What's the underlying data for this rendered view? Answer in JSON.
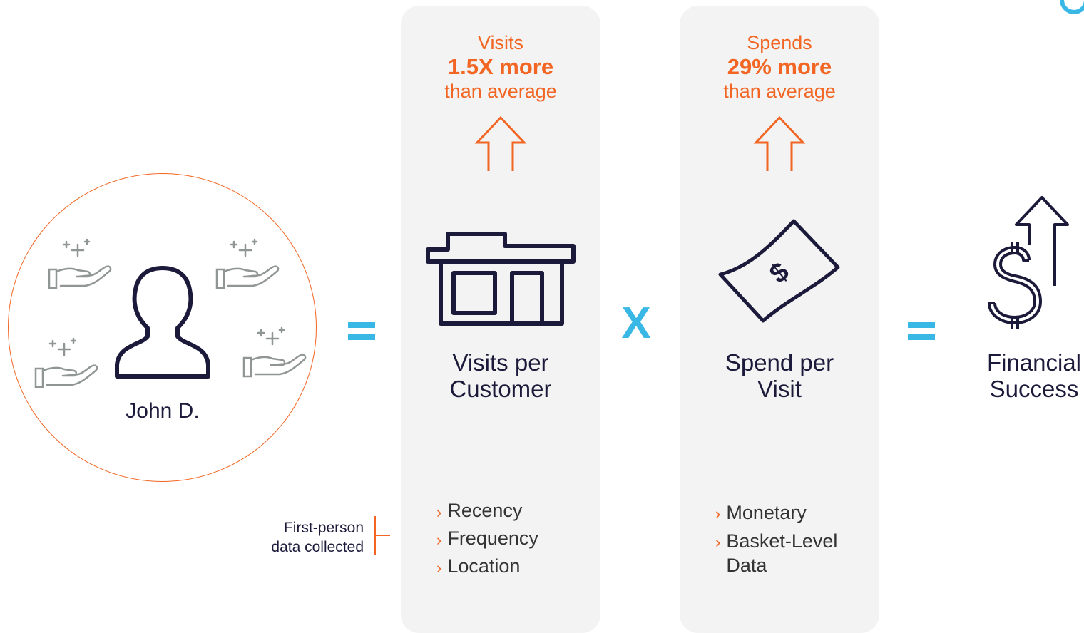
{
  "customer": {
    "name": "John D."
  },
  "visits_panel": {
    "stat_line1": "Visits",
    "stat_line2": "1.5X more",
    "stat_line3": "than average",
    "title_line1": "Visits per",
    "title_line2": "Customer",
    "items": [
      "Recency",
      "Frequency",
      "Location"
    ]
  },
  "spend_panel": {
    "stat_line1": "Spends",
    "stat_line2": "29% more",
    "stat_line3": "than average",
    "title_line1": "Spend per",
    "title_line2": "Visit",
    "items": [
      "Monetary",
      "Basket-Level",
      "Data"
    ]
  },
  "result": {
    "title_line1": "Financial",
    "title_line2": "Success"
  },
  "data_note": {
    "line1": "First-person",
    "line2": "data collected"
  },
  "operators": {
    "equals": "=",
    "times": "X"
  },
  "colors": {
    "accent_orange": "#f26522",
    "operator_blue": "#39b8e6",
    "navy": "#1c1a3a",
    "panel_gray": "#f2f3f2",
    "icon_gray": "#8f9693"
  }
}
